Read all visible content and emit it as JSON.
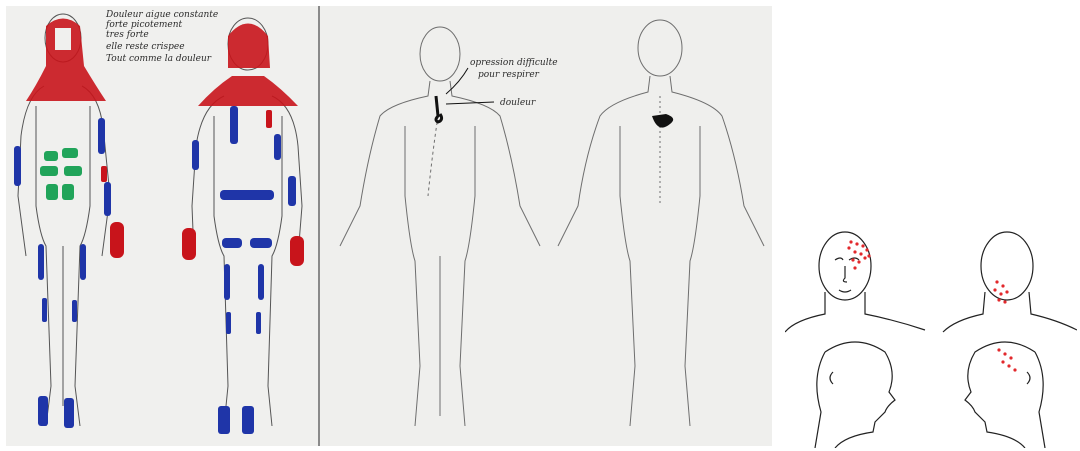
{
  "panels": [
    {
      "label": "colored-drawing-front-back"
    },
    {
      "label": "pencil-drawing-front-back"
    },
    {
      "label": "head-pain-diagram"
    }
  ],
  "annotations": {
    "left_notes": [
      "Douleur aigue constante",
      "forte picotement",
      "tres forte",
      "elle reste crispee",
      "Tout comme la douleur"
    ],
    "mid_note_1": "opression difficulte",
    "mid_note_2": "pour respirer",
    "mid_note_3": "douleur"
  },
  "colors": {
    "pain_red": "#c8141b",
    "numb_blue": "#1f35a8",
    "tingle_green": "#21a45a",
    "ink": "#111111",
    "pencil": "#6e6e6e",
    "head_dot_red": "#e2282c"
  }
}
